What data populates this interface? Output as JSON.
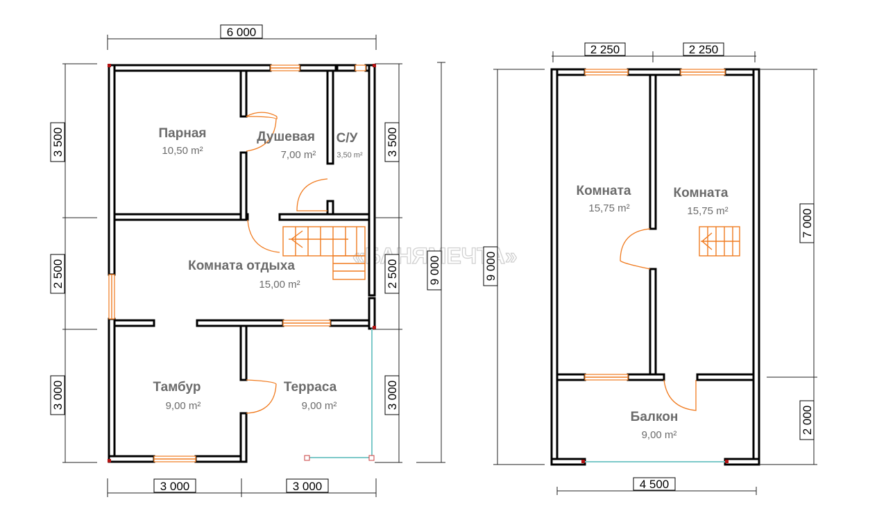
{
  "watermark": "«БАНЯМЕЧТА»",
  "ground_floor": {
    "dimensions": {
      "top_total": "6 000",
      "bottom_left": "3 000",
      "bottom_right": "3 000",
      "left_top": "3 500",
      "left_middle": "2 500",
      "left_bottom": "3 000",
      "right_top": "3 500",
      "right_middle": "2 500",
      "right_bottom": "3 000",
      "right_total": "9 000"
    },
    "rooms": {
      "parnaya": {
        "name": "Парная",
        "area": "10,50 m²"
      },
      "dushevaya": {
        "name": "Душевая",
        "area": "7,00 m²"
      },
      "su": {
        "name": "С/У",
        "area": "3,50 m²"
      },
      "komnata_otdykha": {
        "name": "Комната отдыха",
        "area": "15,00 m²"
      },
      "tambur": {
        "name": "Тамбур",
        "area": "9,00 m²"
      },
      "terrasa": {
        "name": "Терраса",
        "area": "9,00 m²"
      }
    }
  },
  "upper_floor": {
    "dimensions": {
      "top_left": "2 250",
      "top_right": "2 250",
      "bottom_total": "4 500",
      "left_total": "9 000",
      "right_top": "7 000",
      "right_bottom": "2 000"
    },
    "rooms": {
      "komnata_left": {
        "name": "Комната",
        "area": "15,75 m²"
      },
      "komnata_right": {
        "name": "Комната",
        "area": "15,75 m²"
      },
      "balkon": {
        "name": "Балкон",
        "area": "9,00 m²"
      }
    }
  }
}
